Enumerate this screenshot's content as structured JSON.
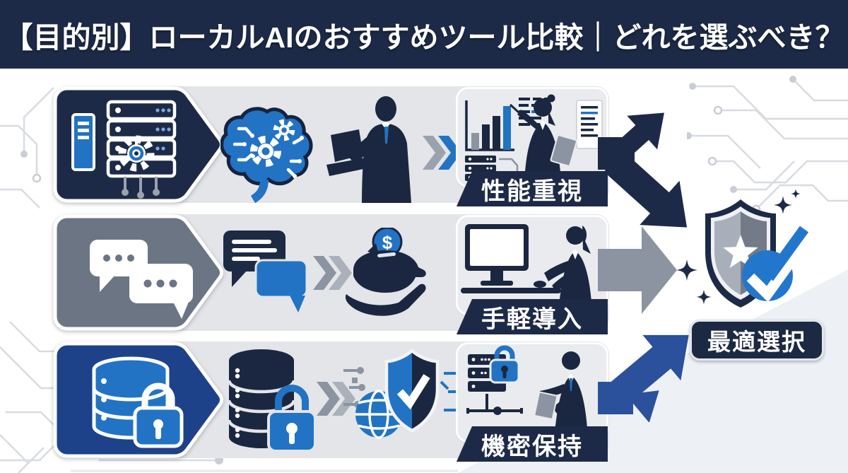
{
  "header": {
    "title": "【目的別】ローカルAIのおすすめツール比較｜どれを選ぶべき？"
  },
  "rows": [
    {
      "label": "性能重視",
      "chevron_icon": "server-gear-icon",
      "step_icons": [
        "ai-brain-gears-icon",
        "businessman-laptop-silhouette",
        "double-chevron-icon",
        "analyst-woman-charts-illustration"
      ]
    },
    {
      "label": "手軽導入",
      "chevron_icon": "chat-bubbles-icon",
      "step_icons": [
        "chat-exchange-icon",
        "double-chevron-icon",
        "piggy-bank-hand-icon",
        "woman-desktop-illustration"
      ],
      "coin_symbol": "$"
    },
    {
      "label": "機密保持",
      "chevron_icon": "database-lock-icon",
      "step_icons": [
        "database-lock-icon",
        "double-chevron-icon",
        "globe-shield-check-icon",
        "admin-server-lock-illustration"
      ]
    }
  ],
  "result": {
    "label": "最適選択",
    "icon": "shield-star-check-icon"
  },
  "colors": {
    "header_navy": "#1d2a47",
    "icon_navy": "#1b2740",
    "accent_blue": "#2273c4",
    "royal_blue_chevron": "#1d4289",
    "gray_chevron": "#6b7584",
    "band_gray": "#e3e5e9",
    "arrow_gray": "#8b94a0",
    "arrow_blue": "#2b509c",
    "check_blue": "#2277cc",
    "circuit_gray": "#d8dce1"
  }
}
